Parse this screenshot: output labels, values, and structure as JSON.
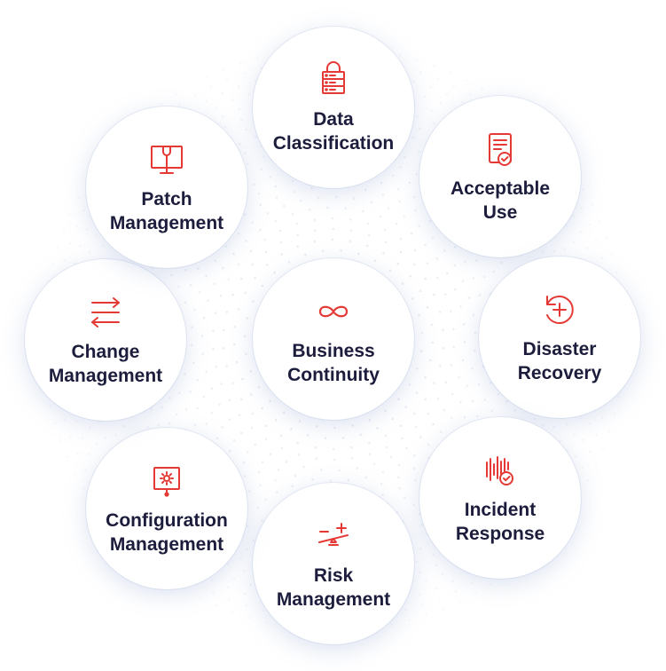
{
  "accent_color": "#e53935",
  "text_color": "#1c1c3c",
  "center": {
    "label": "Business\nContinuity",
    "icon": "infinity-icon"
  },
  "nodes": [
    {
      "id": "data-classification",
      "label": "Data\nClassification",
      "icon": "server-lock-icon"
    },
    {
      "id": "acceptable-use",
      "label": "Acceptable\nUse",
      "icon": "document-check-icon"
    },
    {
      "id": "disaster-recovery",
      "label": "Disaster\nRecovery",
      "icon": "restore-plus-icon"
    },
    {
      "id": "incident-response",
      "label": "Incident\nResponse",
      "icon": "signal-check-icon"
    },
    {
      "id": "risk-management",
      "label": "Risk\nManagement",
      "icon": "balance-plus-minus-icon"
    },
    {
      "id": "configuration-management",
      "label": "Configuration\nManagement",
      "icon": "presentation-gear-icon"
    },
    {
      "id": "change-management",
      "label": "Change\nManagement",
      "icon": "swap-arrows-icon"
    },
    {
      "id": "patch-management",
      "label": "Patch\nManagement",
      "icon": "monitor-wrench-icon"
    }
  ]
}
